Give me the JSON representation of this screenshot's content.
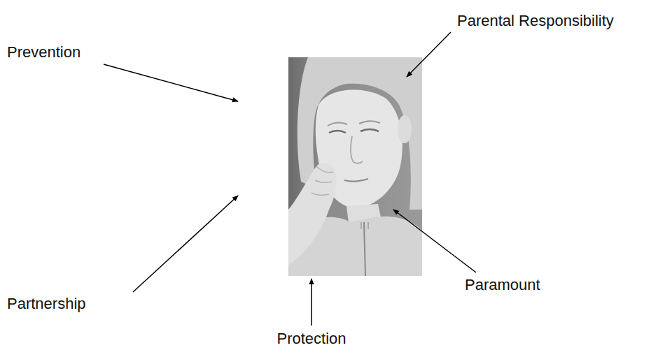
{
  "diagram": {
    "labels": [
      "Parental Responsibility",
      "Prevention",
      "Paramount",
      "Partnership",
      "Protection"
    ]
  }
}
